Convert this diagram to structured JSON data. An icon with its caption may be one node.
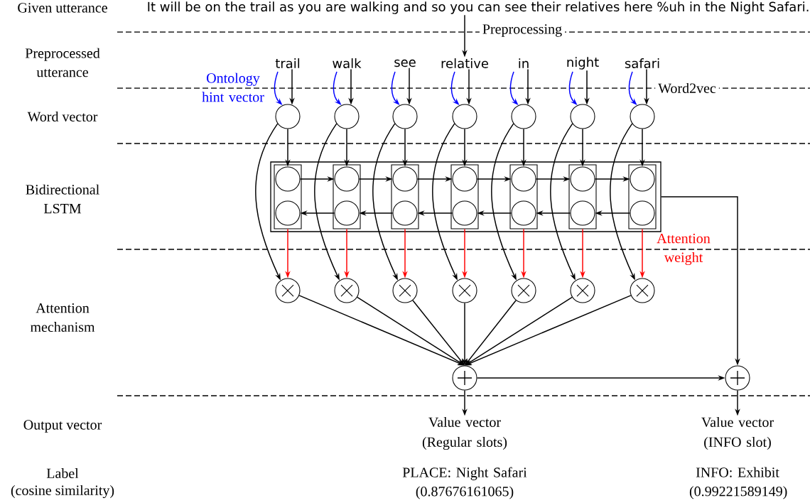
{
  "diagram": {
    "nodes": [
      {
        "text": [
          "It will be on the trail as you are walking and so you can see their relatives here %uh in the Night Safari."
        ]
      },
      {
        "text": [
          "trail"
        ]
      },
      {
        "text": [
          "walk"
        ]
      },
      {
        "text": [
          "see"
        ]
      },
      {
        "text": [
          "relative"
        ]
      },
      {
        "text": [
          "in"
        ]
      },
      {
        "text": [
          "night"
        ]
      },
      {
        "text": [
          "safari"
        ]
      },
      {
        "text": [],
        "shape": "circle"
      },
      {
        "text": [],
        "shape": "circle"
      },
      {
        "text": [],
        "shape": "circle"
      },
      {
        "text": [],
        "shape": "circle"
      },
      {
        "text": [],
        "shape": "circle"
      },
      {
        "text": [],
        "shape": "circle"
      },
      {
        "text": [],
        "shape": "circle"
      },
      {
        "text": [],
        "shape": "box"
      },
      {
        "text": [],
        "shape": "box",
        "in": 15
      },
      {
        "text": [],
        "shape": "box",
        "in": 15
      },
      {
        "text": [],
        "shape": "box",
        "in": 15
      },
      {
        "text": [],
        "shape": "box",
        "in": 15
      },
      {
        "text": [],
        "shape": "box",
        "in": 15
      },
      {
        "text": [],
        "shape": "box",
        "in": 15
      },
      {
        "text": [],
        "shape": "box",
        "in": 15
      },
      {
        "text": [],
        "shape": "circle",
        "in": 16
      },
      {
        "text": [],
        "shape": "circle",
        "in": 16
      },
      {
        "text": [],
        "shape": "circle",
        "in": 17
      },
      {
        "text": [],
        "shape": "circle",
        "in": 17
      },
      {
        "text": [],
        "shape": "circle",
        "in": 18
      },
      {
        "text": [],
        "shape": "circle",
        "in": 18
      },
      {
        "text": [],
        "shape": "circle",
        "in": 19
      },
      {
        "text": [],
        "shape": "circle",
        "in": 19
      },
      {
        "text": [],
        "shape": "circle",
        "in": 20
      },
      {
        "text": [],
        "shape": "circle",
        "in": 20
      },
      {
        "text": [],
        "shape": "circle",
        "in": 21
      },
      {
        "text": [],
        "shape": "circle",
        "in": 21
      },
      {
        "text": [],
        "shape": "circle",
        "in": 22
      },
      {
        "text": [],
        "shape": "circle",
        "in": 22
      },
      {
        "text": [],
        "shape": "circle"
      },
      {
        "text": [],
        "shape": "circle"
      },
      {
        "text": [],
        "shape": "circle"
      },
      {
        "text": [],
        "shape": "circle"
      },
      {
        "text": [],
        "shape": "circle"
      },
      {
        "text": [],
        "shape": "circle"
      },
      {
        "text": [],
        "shape": "circle"
      },
      {
        "text": [],
        "shape": "circle"
      },
      {
        "text": [],
        "shape": "circle"
      },
      {
        "text": [
          "Value vector (Regular slots)"
        ]
      },
      {
        "text": [
          "Value vector (INFO slot)"
        ]
      }
    ],
    "edges": [
      {
        "from": 0,
        "to": 4,
        "arrow": "to"
      },
      {
        "from": 1,
        "to": 8,
        "arrow": "to",
        "color": "#0000ff"
      },
      {
        "from": 2,
        "to": 9,
        "arrow": "to",
        "color": "#0000ff"
      },
      {
        "from": 3,
        "to": 10,
        "arrow": "to",
        "color": "#0000ff"
      },
      {
        "from": 4,
        "to": 11,
        "arrow": "to",
        "color": "#0000ff"
      },
      {
        "from": 5,
        "to": 12,
        "arrow": "to",
        "color": "#0000ff"
      },
      {
        "from": 6,
        "to": 13,
        "arrow": "to",
        "color": "#0000ff"
      },
      {
        "from": 7,
        "to": 14,
        "arrow": "to",
        "color": "#0000ff"
      },
      {
        "from": 1,
        "to": 8,
        "arrow": "to"
      },
      {
        "from": 2,
        "to": 9,
        "arrow": "to"
      },
      {
        "from": 3,
        "to": 10,
        "arrow": "to"
      },
      {
        "from": 4,
        "to": 11,
        "arrow": "to"
      },
      {
        "from": 5,
        "to": 12,
        "arrow": "to"
      },
      {
        "from": 6,
        "to": 13,
        "arrow": "to"
      },
      {
        "from": 7,
        "to": 14,
        "arrow": "to"
      },
      {
        "from": 8,
        "to": 23,
        "arrow": "to"
      },
      {
        "from": 9,
        "to": 25,
        "arrow": "to"
      },
      {
        "from": 10,
        "to": 27,
        "arrow": "to"
      },
      {
        "from": 11,
        "to": 29,
        "arrow": "to"
      },
      {
        "from": 12,
        "to": 31,
        "arrow": "to"
      },
      {
        "from": 13,
        "to": 33,
        "arrow": "to"
      },
      {
        "from": 14,
        "to": 35,
        "arrow": "to"
      },
      {
        "from": 8,
        "to": 37,
        "arrow": "to"
      },
      {
        "from": 9,
        "to": 38,
        "arrow": "to"
      },
      {
        "from": 10,
        "to": 39,
        "arrow": "to"
      },
      {
        "from": 11,
        "to": 40,
        "arrow": "to"
      },
      {
        "from": 12,
        "to": 41,
        "arrow": "to"
      },
      {
        "from": 13,
        "to": 42,
        "arrow": "to"
      },
      {
        "from": 14,
        "to": 43,
        "arrow": "to"
      },
      {
        "from": 23,
        "to": 25,
        "arrow": "to"
      },
      {
        "from": 25,
        "to": 27,
        "arrow": "to"
      },
      {
        "from": 27,
        "to": 29,
        "arrow": "to"
      },
      {
        "from": 29,
        "to": 31,
        "arrow": "to"
      },
      {
        "from": 31,
        "to": 33,
        "arrow": "to"
      },
      {
        "from": 33,
        "to": 35,
        "arrow": "to"
      },
      {
        "from": 26,
        "to": 24,
        "arrow": "to"
      },
      {
        "from": 28,
        "to": 26,
        "arrow": "to"
      },
      {
        "from": 30,
        "to": 28,
        "arrow": "to"
      },
      {
        "from": 32,
        "to": 30,
        "arrow": "to"
      },
      {
        "from": 34,
        "to": 32,
        "arrow": "to"
      },
      {
        "from": 36,
        "to": 34,
        "arrow": "to"
      },
      {
        "from": 16,
        "to": 37,
        "arrow": "to",
        "color": "#ff0000"
      },
      {
        "from": 17,
        "to": 38,
        "arrow": "to",
        "color": "#ff0000"
      },
      {
        "from": 18,
        "to": 39,
        "arrow": "to",
        "color": "#ff0000"
      },
      {
        "from": 19,
        "to": 40,
        "arrow": "to",
        "color": "#ff0000"
      },
      {
        "from": 20,
        "to": 41,
        "arrow": "to",
        "color": "#ff0000"
      },
      {
        "from": 21,
        "to": 42,
        "arrow": "to",
        "color": "#ff0000"
      },
      {
        "from": 22,
        "to": 43,
        "arrow": "to",
        "color": "#ff0000"
      },
      {
        "from": 37,
        "to": 44,
        "arrow": "to"
      },
      {
        "from": 38,
        "to": 44,
        "arrow": "to"
      },
      {
        "from": 39,
        "to": 44,
        "arrow": "to"
      },
      {
        "from": 40,
        "to": 44,
        "arrow": "to"
      },
      {
        "from": 41,
        "to": 44,
        "arrow": "to"
      },
      {
        "from": 42,
        "to": 44,
        "arrow": "to"
      },
      {
        "from": 43,
        "to": 44,
        "arrow": "to"
      },
      {
        "from": 15,
        "to": 45,
        "arrow": "to"
      },
      {
        "from": 44,
        "to": 45,
        "arrow": "to"
      },
      {
        "from": 44,
        "to": 46,
        "arrow": "to"
      },
      {
        "from": 45,
        "to": 47,
        "arrow": "to"
      }
    ],
    "labels": [
      "Given utterance",
      "Preprocessed utterance",
      "Ontology hint vector",
      "Preprocessing",
      "Word2vec",
      "Word vector",
      "Bidirectional LSTM",
      "Attention weight",
      "Attention mechanism",
      "Output vector",
      "Label",
      "(cosine similarity)",
      "PLACE: Night Safari (0.87676161065)",
      "INFO: Exhibit (0.99221589149)"
    ]
  }
}
